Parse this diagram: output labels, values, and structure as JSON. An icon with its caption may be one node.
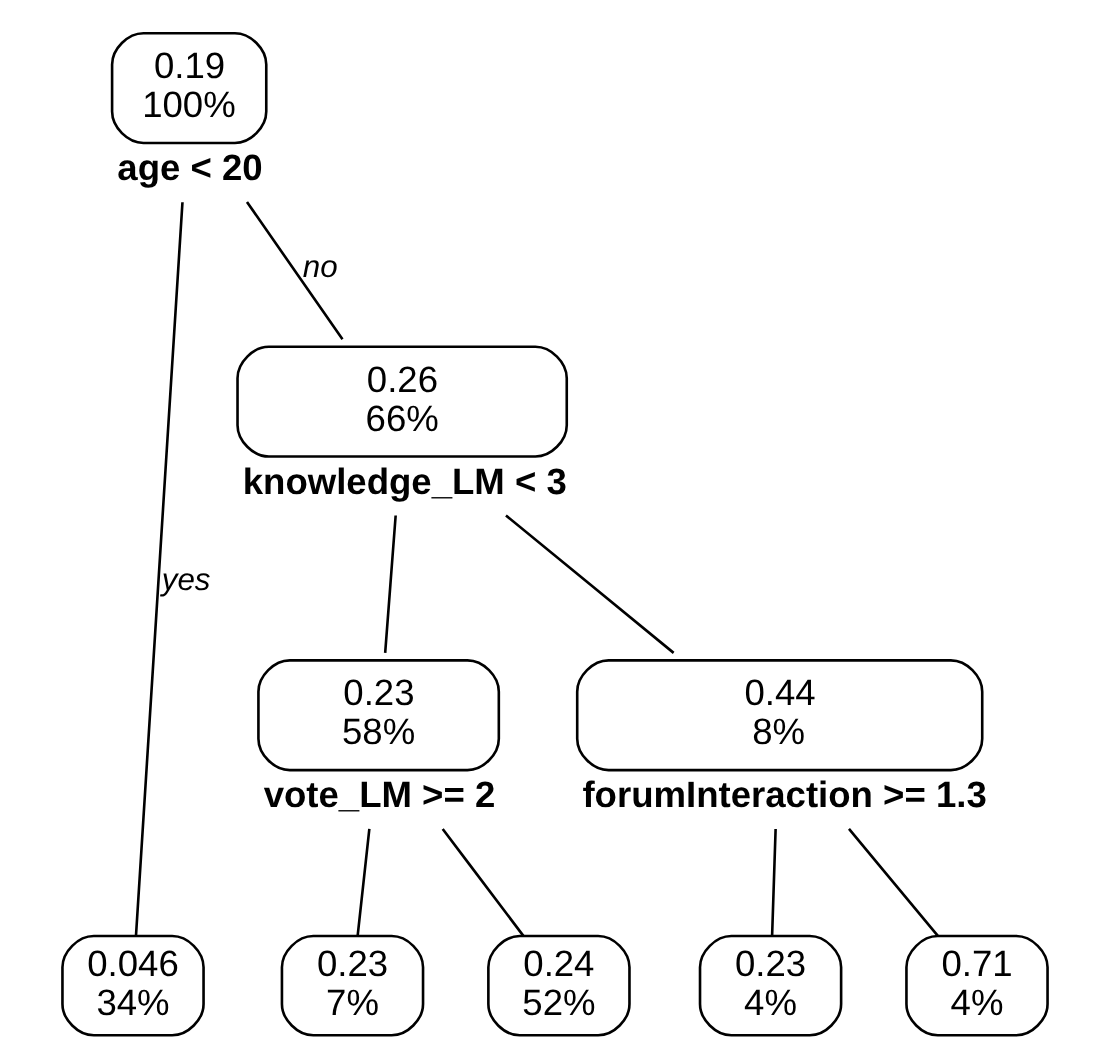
{
  "diagram": {
    "nodes": [
      {
        "text": [
          "0.19",
          "100%"
        ],
        "beside": [
          "age < 20"
        ]
      },
      {
        "text": [
          "0.046",
          "34%"
        ]
      },
      {
        "text": [
          "0.26",
          "66%"
        ],
        "beside": [
          "knowledge_LM < 3"
        ]
      },
      {
        "text": [
          "0.23",
          "58%"
        ],
        "beside": [
          "vote_LM >= 2"
        ]
      },
      {
        "text": [
          "0.23",
          "7%"
        ]
      },
      {
        "text": [
          "0.24",
          "52%"
        ]
      },
      {
        "text": [
          "0.44",
          "8%"
        ],
        "beside": [
          "forumInteraction >= 1.3"
        ]
      },
      {
        "text": [
          "0.23",
          "4%"
        ]
      },
      {
        "text": [
          "0.71",
          "4%"
        ]
      }
    ],
    "edges": [
      {
        "from": 0,
        "to": 1,
        "arrow": "none",
        "label": "yes"
      },
      {
        "from": 0,
        "to": 2,
        "arrow": "none",
        "label": "no"
      },
      {
        "from": 2,
        "to": 3,
        "arrow": "none"
      },
      {
        "from": 2,
        "to": 6,
        "arrow": "none"
      },
      {
        "from": 3,
        "to": 4,
        "arrow": "none"
      },
      {
        "from": 3,
        "to": 5,
        "arrow": "none"
      },
      {
        "from": 6,
        "to": 7,
        "arrow": "none"
      },
      {
        "from": 6,
        "to": 8,
        "arrow": "none"
      }
    ]
  }
}
